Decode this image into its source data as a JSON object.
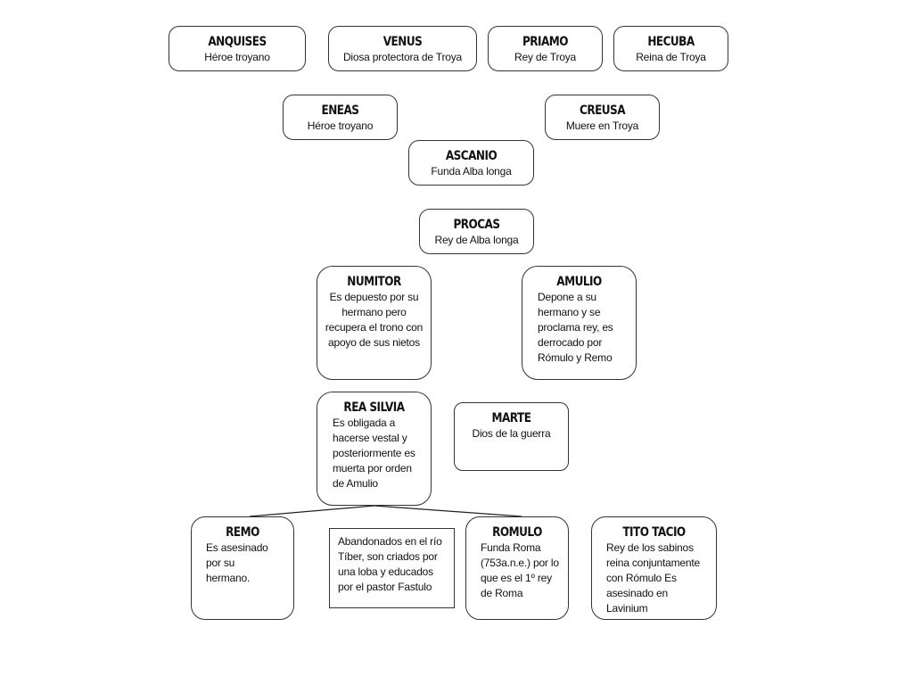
{
  "nodes": {
    "anquises": {
      "name": "ANQUISES",
      "desc": "Héroe troyano"
    },
    "venus": {
      "name": "VENUS",
      "desc": "Diosa protectora de Troya"
    },
    "priamo": {
      "name": "PRIAMO",
      "desc": "Rey de Troya"
    },
    "hecuba": {
      "name": "HECUBA",
      "desc": "Reina de Troya"
    },
    "eneas": {
      "name": "ENEAS",
      "desc": "Héroe troyano"
    },
    "creusa": {
      "name": "CREUSA",
      "desc": "Muere en Troya"
    },
    "ascanio": {
      "name": "ASCANIO",
      "desc": "Funda Alba longa"
    },
    "procas": {
      "name": "PROCAS",
      "desc": "Rey  de Alba longa"
    },
    "numitor": {
      "name": "NUMITOR",
      "desc": "Es depuesto por su hermano pero recupera el trono con apoyo de sus nietos"
    },
    "amulio": {
      "name": "AMULIO",
      "desc": "Depone a su hermano y se proclama rey,  es derrocado por Rómulo y Remo"
    },
    "rea_silvia": {
      "name": "REA SILVIA",
      "desc": "Es obligada a hacerse vestal y posteriormente es muerta por orden de Amulio"
    },
    "marte": {
      "name": "MARTE",
      "desc": "Dios de la guerra"
    },
    "remo": {
      "name": "REMO",
      "desc": "Es asesinado por su hermano."
    },
    "nota": {
      "desc": "Abandonados en el río Tíber, son criados por una loba y educados por el pastor Fastulo"
    },
    "romulo": {
      "name": "ROMULO",
      "desc": "Funda Roma (753a.n.e.) por lo que es el 1º rey de Roma"
    },
    "tito_tacio": {
      "name": "TITO TACIO",
      "desc": "Rey de los sabinos reina conjuntamente con Rómulo Es asesinado en Lavinium"
    }
  }
}
